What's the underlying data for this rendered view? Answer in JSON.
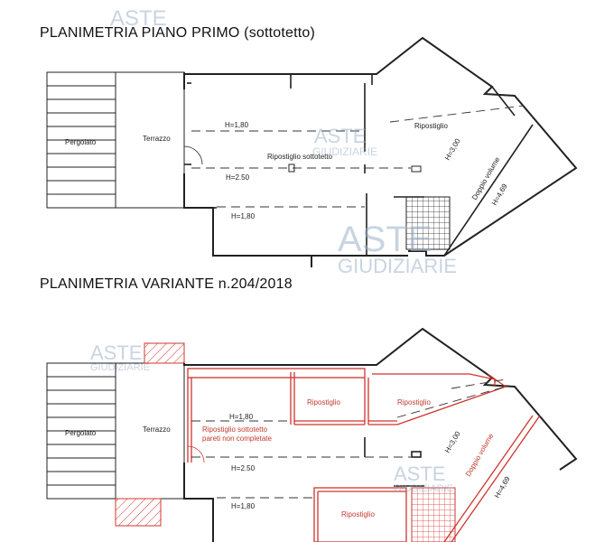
{
  "plan1": {
    "title": "PLANIMETRIA PIANO PRIMO (sottotetto)",
    "pergolato": "Pergolato",
    "terrazzo": "Terrazzo",
    "h180_top": "H=1,80",
    "ripostiglio_sottotetto": "Ripostiglio sottotetto",
    "h250": "H=2.50",
    "h180_bottom": "H=1,80",
    "ripostiglio": "Ripostiglio",
    "h300": "H=3,00",
    "doppio_volume": "Doppio volume",
    "h469": "H=4,69"
  },
  "plan2": {
    "title": "PLANIMETRIA VARIANTE n.204/2018",
    "pergolato": "Pergolato",
    "terrazzo": "Terrazzo",
    "h180_top": "H=1,80",
    "ripostiglio_sottotetto_line1": "Ripostiglio sottotetto",
    "ripostiglio_sottotetto_line2": "pareti non completate",
    "ripostiglio_a": "Ripostiglio",
    "ripostiglio_b": "Ripostiglio",
    "h250": "H=2.50",
    "h300": "H=3,00",
    "doppio_volume": "Doppio volume",
    "h469": "H=4,69",
    "h180_bottom": "H=1,80",
    "ripostiglio_c": "Ripostiglio"
  },
  "watermarks": {
    "aste": "ASTE",
    "giudiziarie": "GIUDIZIARIE"
  },
  "colors": {
    "wall": "#222222",
    "variant": "#d0342c",
    "watermark": "#9db1c9"
  }
}
